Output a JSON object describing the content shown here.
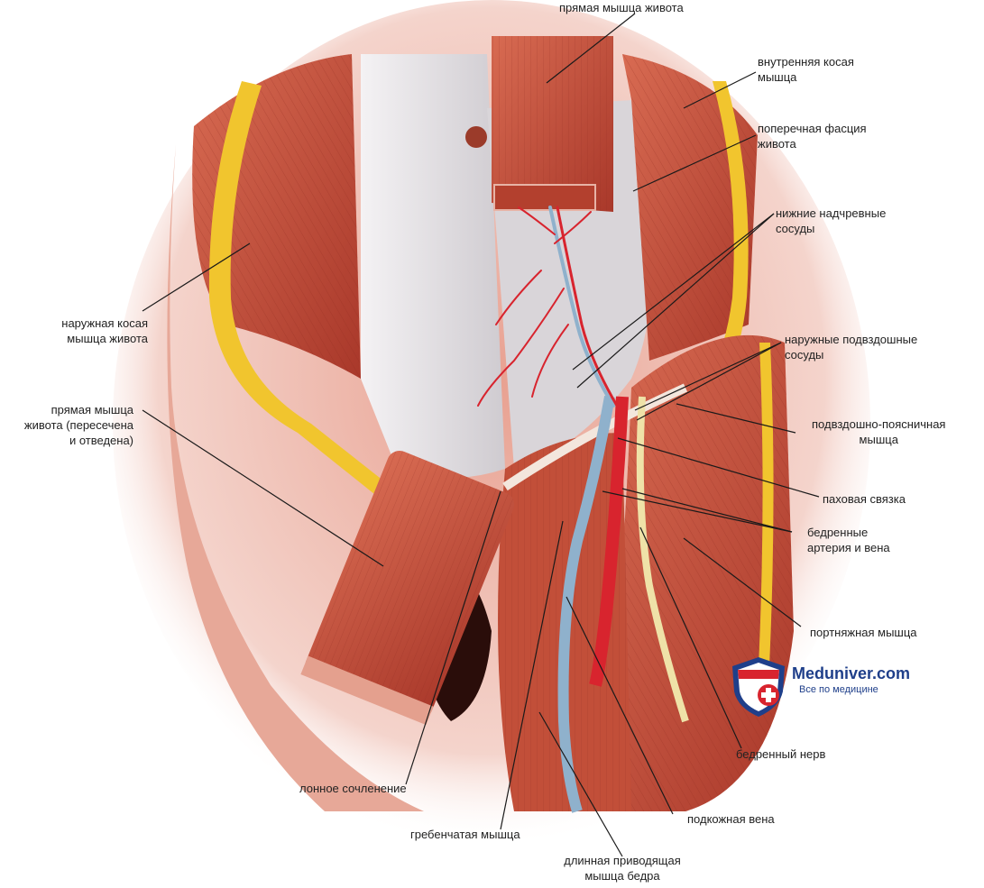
{
  "labels": {
    "rectus_top": "прямая мышца живота",
    "internal_oblique": [
      "внутренняя косая",
      "мышца"
    ],
    "transverse_fascia": [
      "поперечная фасция",
      "живота"
    ],
    "inferior_epigastric": [
      "нижние надчревные",
      "сосуды"
    ],
    "external_oblique": [
      "наружная косая",
      "мышца живота"
    ],
    "external_iliac": [
      "наружные подвздошные",
      "сосуды"
    ],
    "rectus_cut": [
      "прямая мышца",
      "живота (пересечена",
      "и отведена)"
    ],
    "iliopsoas": [
      "подвздошно-поясничная",
      "мышца"
    ],
    "inguinal_ligament": "паховая связка",
    "femoral_vessels": [
      "бедренные",
      "артерия и вена"
    ],
    "sartorius": "портняжная мышца",
    "femoral_nerve": "бедренный нерв",
    "pubic_symphysis": "лонное сочленение",
    "saphenous_vein": "подкожная вена",
    "pectineus": "гребенчатая мышца",
    "adductor_longus": [
      "длинная приводящая",
      "мышца бедра"
    ]
  },
  "watermark": {
    "name": "Meduniver.com",
    "tagline": "Все по медицине"
  },
  "colors": {
    "muscle": "#c4503a",
    "muscle_light": "#e39a85",
    "fascia": "#e9e6ea",
    "fat": "#f1c52e",
    "artery": "#d8242e",
    "vein": "#8fb1cc",
    "nerve": "#efe2a8",
    "brand_blue": "#1f3f8a",
    "brand_red": "#d8242e"
  }
}
